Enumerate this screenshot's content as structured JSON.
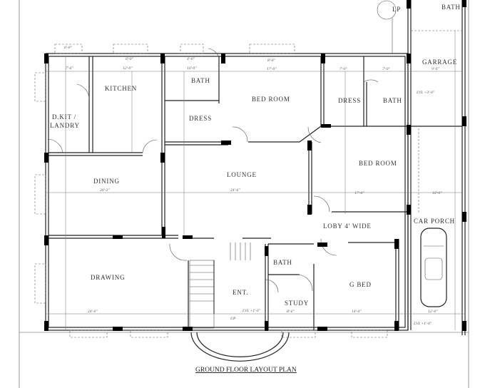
{
  "title": "GROUND FLOOR LAYOUT PLAN",
  "rooms": {
    "kitchen": "KITCHEN",
    "bath_top": "BATH",
    "bed_room_top": "BED ROOM",
    "dress_right": "DRESS",
    "bath_right": "BATH",
    "garrage": "GARRAGE",
    "bath_garage": "BATH",
    "dkit_line1": "D.KIT /",
    "dkit_line2": "LANDRY",
    "dress_left": "DRESS",
    "dining": "DINING",
    "lounge": "LOUNGE",
    "bed_room_mid": "BED ROOM",
    "car_porch": "CAR PORCH",
    "loby": "LOBY 4' WIDE",
    "bath_small": "BATH",
    "drawing": "DRAWING",
    "ent": "ENT.",
    "study": "STUDY",
    "g_bed": "G BED",
    "lp": "LP",
    "up": "UP"
  },
  "dims": {
    "win1": "6'-0\"",
    "win2": "6'-0\"",
    "win3": "4'-0\"",
    "win4": "8'-0\"",
    "d1": "7'-6\"",
    "d2": "12'-0\"",
    "d3": "10'-0\"",
    "d4": "17'-0\"",
    "d5": "7'-0\"",
    "d6": "7'-0\"",
    "d7": "9'-6\"",
    "d8": "20'-3\"",
    "d9": "24'-6\"",
    "d10": "17'-0\"",
    "d11": "10'-0\"",
    "d12": "24'-0\"",
    "d13": "8'-6\"",
    "d14": "14'-0\"",
    "d15": "12'-0\"",
    "lvl1": "LVL +3'-0\"",
    "lvl2": "LVL +1'-6\"",
    "lvl3": "LVL +1'-0\""
  }
}
